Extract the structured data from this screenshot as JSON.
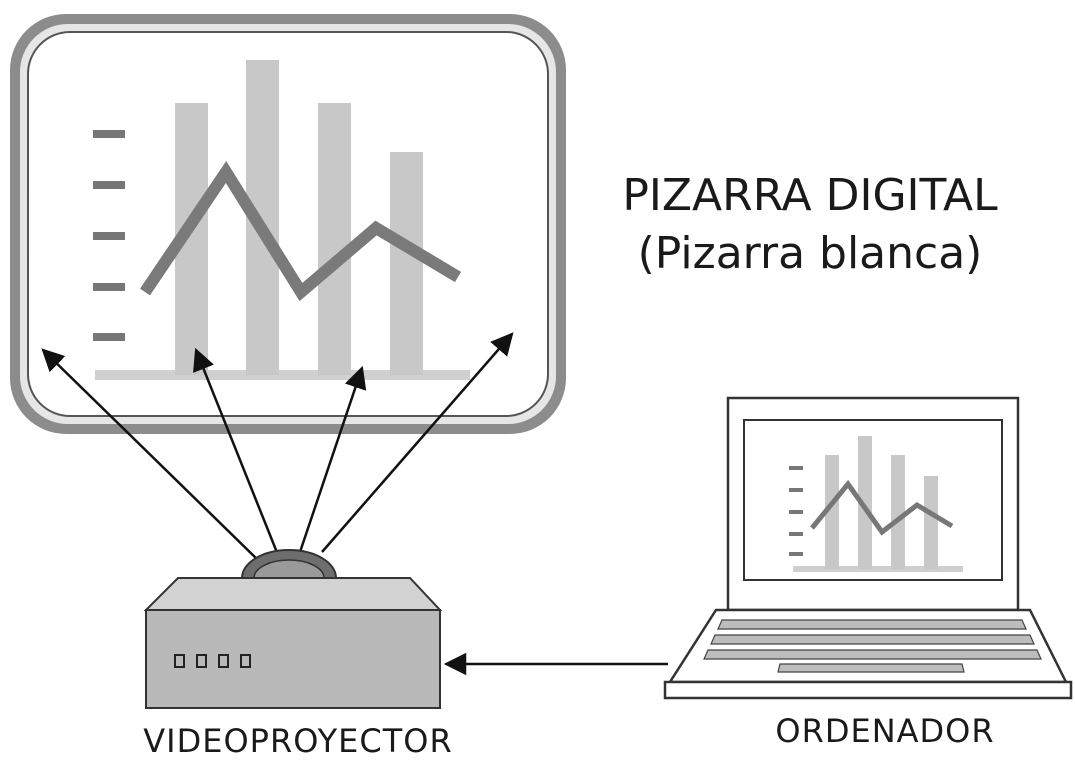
{
  "title": {
    "line1": "PIZARRA DIGITAL",
    "line2": "(Pizarra blanca)"
  },
  "labels": {
    "projector": "VIDEOPROYECTOR",
    "computer": "ORDENADOR"
  },
  "colors": {
    "frame": "#8c8c8c",
    "frame_inner": "#e6e6e6",
    "bar": "#c8c8c8",
    "line": "#7a7a7a",
    "tick": "#777777",
    "projector_body": "#b9b9b9",
    "projector_lens": "#8a8a8a"
  }
}
